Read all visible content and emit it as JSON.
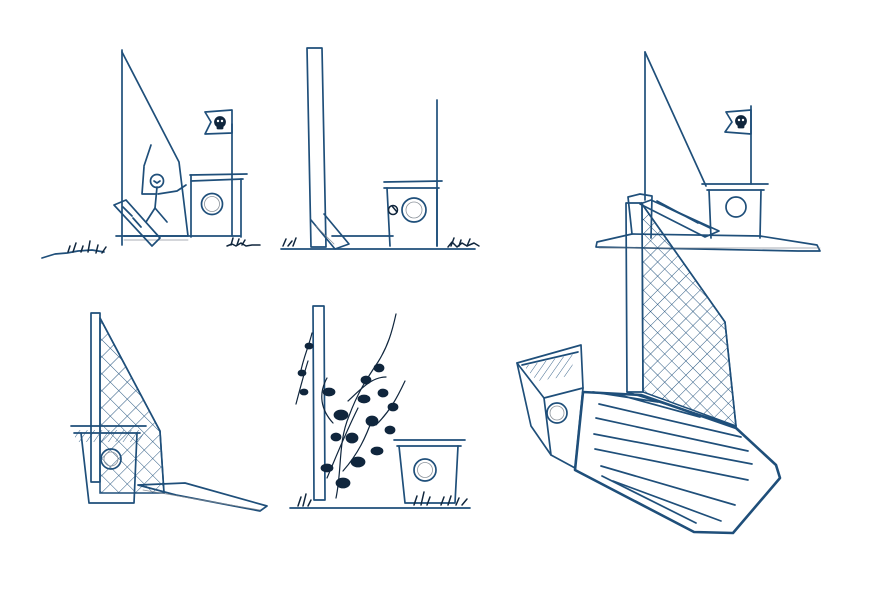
{
  "sheet": {
    "ink_color": "#1f4f7a",
    "dark_ink_color": "#10263d",
    "pencil_color": "#7f8790",
    "background_color": "#ffffff"
  },
  "sketches": [
    {
      "id": "sketch-1",
      "subject": "boat-with-sail-flag-and-child",
      "icons": [
        "sail-icon",
        "flag-icon",
        "skull-icon",
        "porthole-icon",
        "child-figure-icon",
        "grass-icon"
      ]
    },
    {
      "id": "sketch-2",
      "subject": "post-and-cabin-with-flagpole",
      "icons": [
        "post-icon",
        "porthole-icon",
        "grass-icon"
      ]
    },
    {
      "id": "sketch-3",
      "subject": "boat-with-flag-and-ramp",
      "icons": [
        "sail-icon",
        "flag-icon",
        "skull-icon",
        "porthole-icon",
        "ramp-icon"
      ]
    },
    {
      "id": "sketch-4",
      "subject": "cabin-with-net-sail",
      "icons": [
        "post-icon",
        "net-icon",
        "porthole-icon",
        "ramp-icon"
      ]
    },
    {
      "id": "sketch-5",
      "subject": "post-with-climbing-plant-and-cabin",
      "icons": [
        "post-icon",
        "vine-icon",
        "porthole-icon",
        "grass-icon"
      ]
    },
    {
      "id": "sketch-6",
      "subject": "perspective-deck-with-net-and-cabin",
      "icons": [
        "post-icon",
        "net-icon",
        "porthole-icon",
        "deck-icon"
      ]
    }
  ]
}
